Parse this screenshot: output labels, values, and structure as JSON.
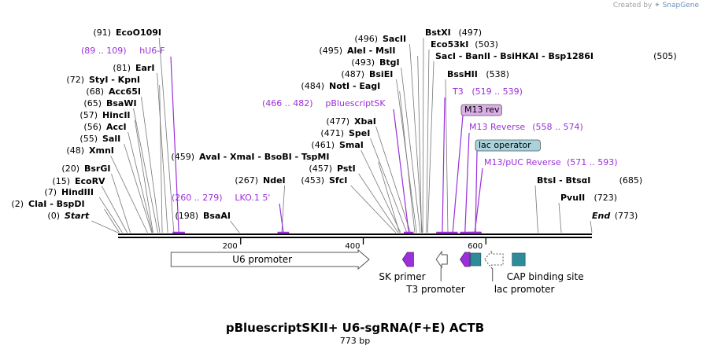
{
  "watermark": {
    "prefix": "Created by",
    "brand": "SnapGene"
  },
  "title": "pBluescriptSKII+ U6-sgRNA(F+E) ACTB",
  "length_label": "773 bp",
  "ruler": [
    "200",
    "400",
    "600"
  ],
  "ruler_values": [
    200,
    400,
    600
  ],
  "colors": {
    "primer": "#9b30d9",
    "feature_box": "#2e8b9a",
    "operator_bg": "#a9d3dc",
    "m13rev_bg": "#dcaee8",
    "text": "#000000"
  },
  "enzymes": [
    {
      "name": "Start",
      "num": "(0)",
      "pos": 0
    },
    {
      "name": "ClaI  -  BspDI",
      "num": "(2)",
      "pos": 2
    },
    {
      "name": "HindIII",
      "num": "(7)",
      "pos": 7
    },
    {
      "name": "EcoRV",
      "num": "(15)",
      "pos": 15
    },
    {
      "name": "BsrGI",
      "num": "(20)",
      "pos": 20
    },
    {
      "name": "XmnI",
      "num": "(48)",
      "pos": 48
    },
    {
      "name": "SalI",
      "num": "(55)",
      "pos": 55
    },
    {
      "name": "AccI",
      "num": "(56)",
      "pos": 56
    },
    {
      "name": "HincII",
      "num": "(57)",
      "pos": 57
    },
    {
      "name": "BsaWI",
      "num": "(65)",
      "pos": 65
    },
    {
      "name": "Acc65I",
      "num": "(68)",
      "pos": 68
    },
    {
      "name": "StyI  -  KpnI",
      "num": "(72)",
      "pos": 72
    },
    {
      "name": "EarI",
      "num": "(81)",
      "pos": 81
    },
    {
      "name": "EcoO109I",
      "num": "(91)",
      "pos": 91
    },
    {
      "name": "BsaAI",
      "num": "(198)",
      "pos": 198
    },
    {
      "name": "NdeI",
      "num": "(267)",
      "pos": 267
    },
    {
      "name": "SfcI",
      "num": "(453)",
      "pos": 453
    },
    {
      "name": "PstI",
      "num": "(457)",
      "pos": 457
    },
    {
      "name": "AvaI  -  XmaI  -  BsoBI  -  TspMI",
      "num": "(459)",
      "pos": 459
    },
    {
      "name": "SmaI",
      "num": "(461)",
      "pos": 461
    },
    {
      "name": "SpeI",
      "num": "(471)",
      "pos": 471
    },
    {
      "name": "XbaI",
      "num": "(477)",
      "pos": 477
    },
    {
      "name": "NotI  -  EagI",
      "num": "(484)",
      "pos": 484
    },
    {
      "name": "BsiEI",
      "num": "(487)",
      "pos": 487
    },
    {
      "name": "BtgI",
      "num": "(493)",
      "pos": 493
    },
    {
      "name": "AleI  -  MslI",
      "num": "(495)",
      "pos": 495
    },
    {
      "name": "SacII",
      "num": "(496)",
      "pos": 496
    },
    {
      "name": "BstXI",
      "num": "(497)",
      "pos": 497
    },
    {
      "name": "Eco53kI",
      "num": "(503)",
      "pos": 503
    },
    {
      "name": "SacI  -  BanII  -  BsiHKAI  -  Bsp1286I",
      "num": "(505)",
      "pos": 505
    },
    {
      "name": "BssHII",
      "num": "(538)",
      "pos": 538
    },
    {
      "name": "BtsI  -  BtsαI",
      "num": "(685)",
      "pos": 685
    },
    {
      "name": "PvuII",
      "num": "(723)",
      "pos": 723
    },
    {
      "name": "End",
      "num": "(773)",
      "pos": 773
    }
  ],
  "primer_sites": [
    {
      "name": "hU6-F",
      "range": "(89 .. 109)",
      "start": 89,
      "end": 109
    },
    {
      "name": "LKO.1 5'",
      "range": "(260 .. 279)",
      "start": 260,
      "end": 279
    },
    {
      "name": "pBluescriptSK",
      "range": "(466 .. 482)",
      "start": 466,
      "end": 482
    },
    {
      "name": "T3",
      "range": "(519 .. 539)",
      "start": 519,
      "end": 539
    },
    {
      "name": "M13 rev",
      "range": "",
      "start": 538,
      "end": 554
    },
    {
      "name": "M13 Reverse",
      "range": "(558 .. 574)",
      "start": 558,
      "end": 574
    },
    {
      "name": "lac operator",
      "range": "",
      "start": 575,
      "end": 591
    },
    {
      "name": "M13/pUC Reverse",
      "range": "(571 .. 593)",
      "start": 571,
      "end": 593
    }
  ],
  "features": [
    {
      "name": "U6 promoter",
      "start": 89,
      "end": 330,
      "kind": "promoter"
    },
    {
      "name": "SK primer",
      "start": 464,
      "end": 482,
      "kind": "primer-arrow-left"
    },
    {
      "name": "T3 promoter",
      "start": 519,
      "end": 537,
      "kind": "promoter-left"
    },
    {
      "name": "",
      "start": 558,
      "end": 574,
      "kind": "primer-arrow-left"
    },
    {
      "name": "",
      "start": 575,
      "end": 591,
      "kind": "box"
    },
    {
      "name": "lac promoter",
      "start": 598,
      "end": 628,
      "kind": "promoter-left-dashed"
    },
    {
      "name": "CAP binding site",
      "start": 643,
      "end": 664,
      "kind": "box"
    }
  ]
}
